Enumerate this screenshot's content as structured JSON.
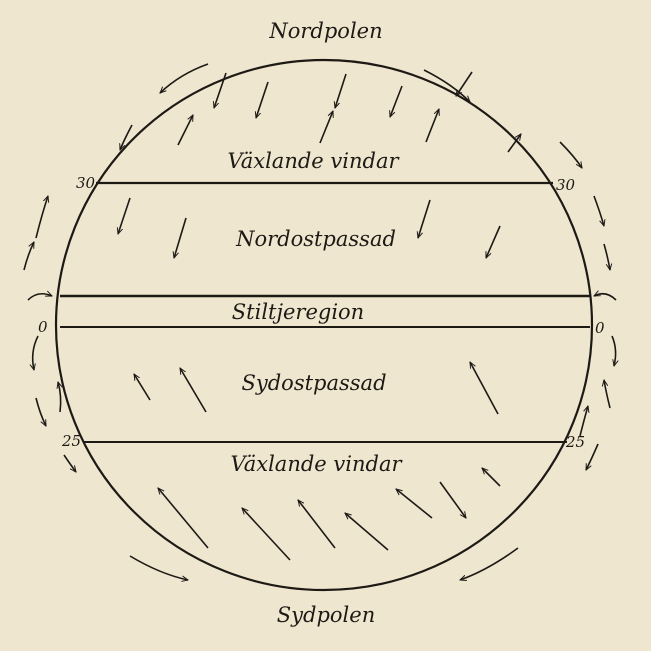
{
  "diagram": {
    "poles": {
      "north": "Nordpolen",
      "south": "Sydpolen"
    },
    "zones": {
      "north_variable": "Växlande vindar",
      "northeast_trade": "Nordostpassad",
      "doldrums": "Stiltjeregion",
      "southeast_trade": "Sydostpassad",
      "south_variable": "Växlande vindar"
    },
    "latitudes": {
      "north_30_left": "30",
      "north_30_right": "30",
      "equator_left": "0",
      "equator_right": "0",
      "south_25_left": "25",
      "south_25_right": "25"
    },
    "colors": {
      "background": "#efe6cf",
      "ink": "#1d1a16"
    }
  }
}
